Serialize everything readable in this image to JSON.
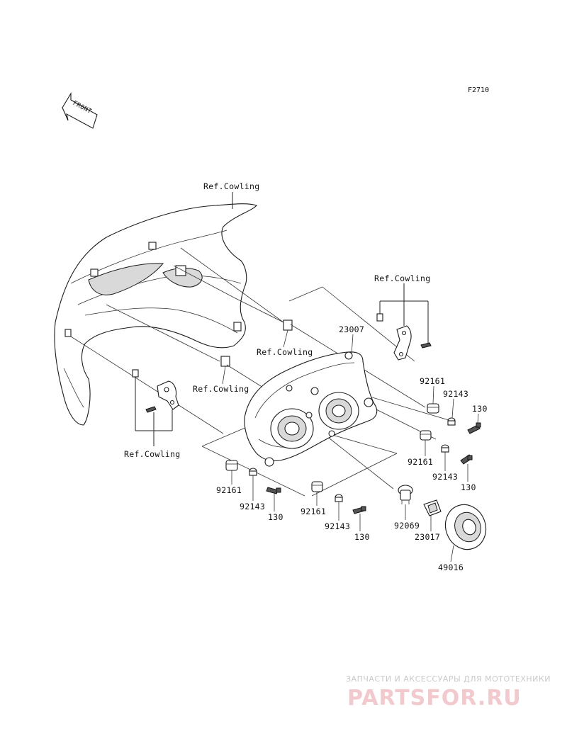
{
  "figure_code": "F2710",
  "front_arrow_label": "FRONT",
  "labels": {
    "ref_cowling_top": "Ref.Cowling",
    "ref_cowling_right": "Ref.Cowling",
    "ref_cowling_mid": "Ref.Cowling",
    "ref_cowling_center": "Ref.Cowling",
    "ref_cowling_left": "Ref.Cowling",
    "p23007": "23007",
    "p92161_a": "92161",
    "p92143_a": "92143",
    "p130_a": "130",
    "p92161_b": "92161",
    "p92143_b": "92143",
    "p130_b": "130",
    "p92161_c": "92161",
    "p92143_c": "92143",
    "p130_c": "130",
    "p92161_d": "92161",
    "p92143_d": "92143",
    "p130_d": "130",
    "p92069": "92069",
    "p23017": "23017",
    "p49016": "49016"
  },
  "watermark": {
    "tagline": "ЗАПЧАСТИ И АКСЕССУАРЫ ДЛЯ МОТОТЕХНИКИ",
    "brand": "PARTSFOR.RU"
  }
}
